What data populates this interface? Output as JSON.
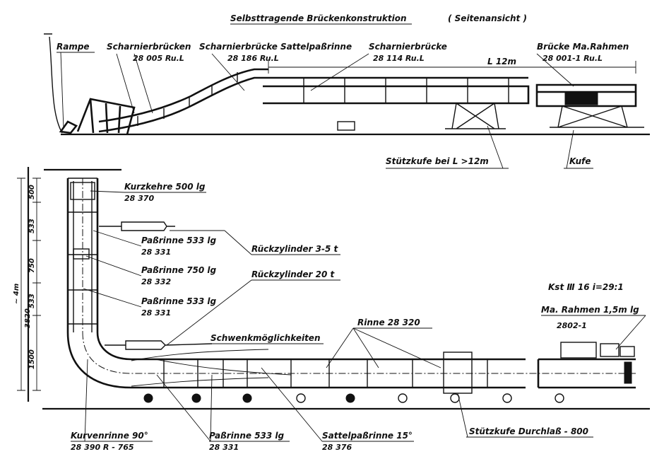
{
  "title": "Selbsttragende Brückenkonstruktion",
  "view": "( Seitenansicht )",
  "top_labels": {
    "rampe": "Rampe",
    "scharnierbrucke_1": "Scharnierbrücken",
    "scharnierbrucke_1_num": "28 005 Ru.L",
    "scharnierbrucke_2": "Scharnierbrücke Sattelpaßrinne",
    "scharnierbrucke_2_num": "28 186 Ru.L",
    "scharnierbrucke_3": "Scharnierbrücke",
    "scharnierbrucke_3_num": "28 114 Ru.L",
    "brucke_rahmen": "Brücke Ma.Rahmen",
    "brucke_rahmen_num": "28 001-1 Ru.L",
    "length": "L   12m",
    "stuetzkufe": "Stützkufe  bei  L >12m",
    "kufe": "Kufe"
  },
  "plan_labels": {
    "kurzkehre": "Kurzkehre  500 lg",
    "kurzkehre_num": "28 370",
    "passrinne_533a": "Paßrinne  533 lg",
    "passrinne_533a_num": "28 331",
    "rueckzylinder_35": "Rückzylinder  3-5 t",
    "passrinne_750": "Paßrinne 750 lg",
    "passrinne_750_num": "28 332",
    "rueckzylinder_20": "Rückzylinder  20 t",
    "passrinne_533b": "Paßrinne  533 lg",
    "passrinne_533b_num": "28 331",
    "kst": "Kst  Ⅲ 16  i=29:1",
    "ma_rahmen": "Ma. Rahmen  1,5m lg",
    "ma_rahmen_num": "2802-1",
    "rinne": "Rinne     28 320",
    "schwenk": "Schwenkmöglichkeiten",
    "kurvenrinne": "Kurvenrinne  90°",
    "kurvenrinne_num": "28 390     R - 765",
    "passrinne_bottom": "Paßrinne   533 lg",
    "passrinne_bottom_num": "28 331",
    "sattelpassrinne": "Sattelpaßrinne  15°",
    "sattelpassrinne_num": "28 376",
    "stuetzkufe_durchlass": "Stützkufe  Durchlaß - 800"
  },
  "dimensions": {
    "d500": "500",
    "d533a": "533",
    "d750": "750",
    "d533b": "533",
    "d1500": "1500",
    "total": "3820",
    "approx": "~ 4m"
  }
}
